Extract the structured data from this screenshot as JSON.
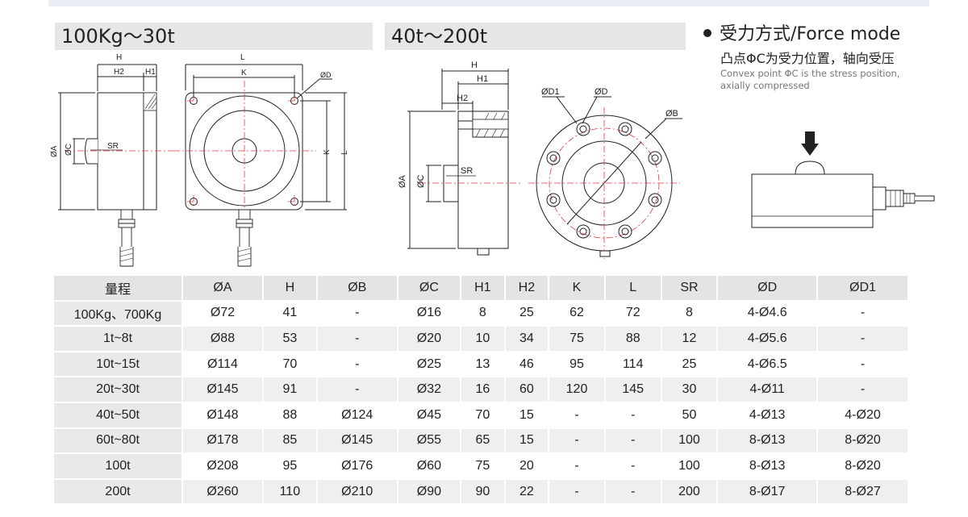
{
  "sections": {
    "small_range_title": "100Kg～30t",
    "large_range_title": "40t～200t"
  },
  "force_mode": {
    "title": "受力方式/Force mode",
    "subtitle_cn": "凸点ΦC为受力位置，轴向受压",
    "subtitle_en_line1": "Convex point ΦC is the stress position,",
    "subtitle_en_line2": "axially compressed"
  },
  "drawing_labels": {
    "H": "H",
    "H1": "H1",
    "H2": "H2",
    "L": "L",
    "K": "K",
    "phiD": "ØD",
    "phiD1": "ØD1",
    "phiB": "ØB",
    "phiA": "ØA",
    "phiC": "ØC",
    "SR": "SR"
  },
  "table": {
    "headers": [
      "量程",
      "ØA",
      "H",
      "ØB",
      "ØC",
      "H1",
      "H2",
      "K",
      "L",
      "SR",
      "ØD",
      "ØD1"
    ],
    "rows": [
      [
        "100Kg、700Kg",
        "Ø72",
        "41",
        "-",
        "Ø16",
        "8",
        "25",
        "62",
        "72",
        "8",
        "4-Ø4.6",
        "-"
      ],
      [
        "1t~8t",
        "Ø88",
        "53",
        "-",
        "Ø20",
        "10",
        "34",
        "75",
        "88",
        "12",
        "4-Ø5.6",
        "-"
      ],
      [
        "10t~15t",
        "Ø114",
        "70",
        "-",
        "Ø25",
        "13",
        "46",
        "95",
        "114",
        "25",
        "4-Ø6.5",
        "-"
      ],
      [
        "20t~30t",
        "Ø145",
        "91",
        "-",
        "Ø32",
        "16",
        "60",
        "120",
        "145",
        "30",
        "4-Ø11",
        "-"
      ],
      [
        "40t~50t",
        "Ø148",
        "88",
        "Ø124",
        "Ø45",
        "70",
        "15",
        "-",
        "-",
        "50",
        "4-Ø13",
        "4-Ø20"
      ],
      [
        "60t~80t",
        "Ø178",
        "85",
        "Ø145",
        "Ø55",
        "65",
        "15",
        "-",
        "-",
        "100",
        "8-Ø13",
        "8-Ø20"
      ],
      [
        "100t",
        "Ø208",
        "95",
        "Ø176",
        "Ø60",
        "75",
        "20",
        "-",
        "-",
        "100",
        "8-Ø13",
        "8-Ø20"
      ],
      [
        "200t",
        "Ø260",
        "110",
        "Ø210",
        "Ø90",
        "90",
        "22",
        "-",
        "-",
        "200",
        "8-Ø17",
        "8-Ø27"
      ]
    ]
  },
  "colors": {
    "header_bg": "#e6e6e6",
    "centerline": "#e8383d",
    "line": "#222222"
  }
}
